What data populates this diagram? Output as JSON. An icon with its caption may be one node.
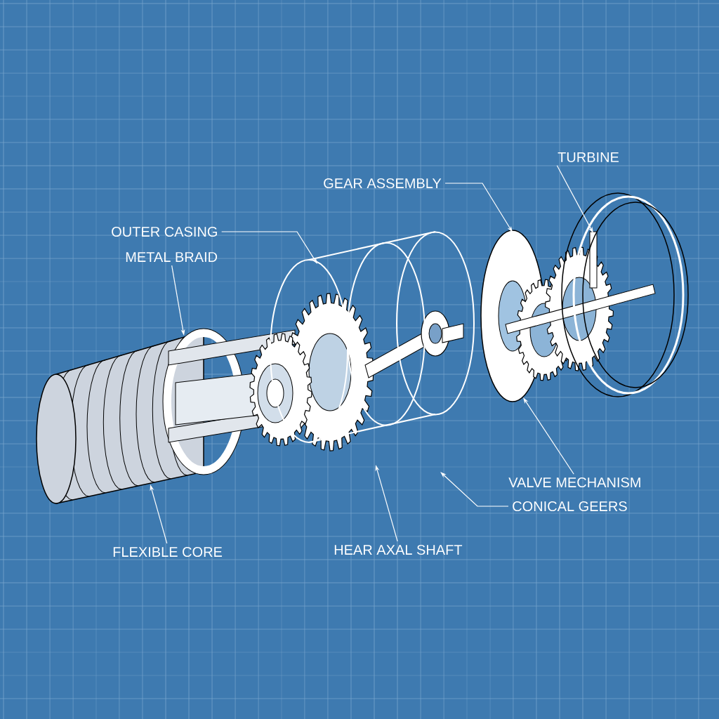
{
  "diagram": {
    "nodes": [
      {
        "text": [
          "TURBINE"
        ]
      },
      {
        "text": [
          "GEAR ASSEMBLY"
        ]
      },
      {
        "text": [
          "OUTER CASING"
        ]
      },
      {
        "text": [
          "METAL BRAID"
        ]
      },
      {
        "text": [
          "VALVE MECHANISM"
        ]
      },
      {
        "text": [
          "CONICAL GEERS"
        ]
      },
      {
        "text": [
          "HEAR AXAL SHAFT"
        ]
      },
      {
        "text": [
          "FLEXIBLE CORE"
        ]
      },
      {
        "text": [],
        "shape": "picture"
      },
      {
        "text": [],
        "shape": "picture"
      },
      {
        "text": [],
        "shape": "picture"
      },
      {
        "text": [],
        "shape": "picture"
      },
      {
        "text": [],
        "shape": "picture"
      }
    ],
    "edges": [
      {
        "from": 0,
        "to": 12,
        "arrow": "to"
      },
      {
        "from": 1,
        "to": 11,
        "arrow": "to"
      },
      {
        "from": 2,
        "to": 10,
        "arrow": "to"
      },
      {
        "from": 3,
        "to": 9,
        "arrow": "to"
      },
      {
        "from": 4,
        "to": 11,
        "arrow": "to"
      },
      {
        "from": 5,
        "to": null,
        "arrow": "to"
      },
      {
        "from": 6,
        "to": null,
        "arrow": "to"
      },
      {
        "from": 7,
        "to": 8,
        "arrow": "to"
      }
    ]
  }
}
